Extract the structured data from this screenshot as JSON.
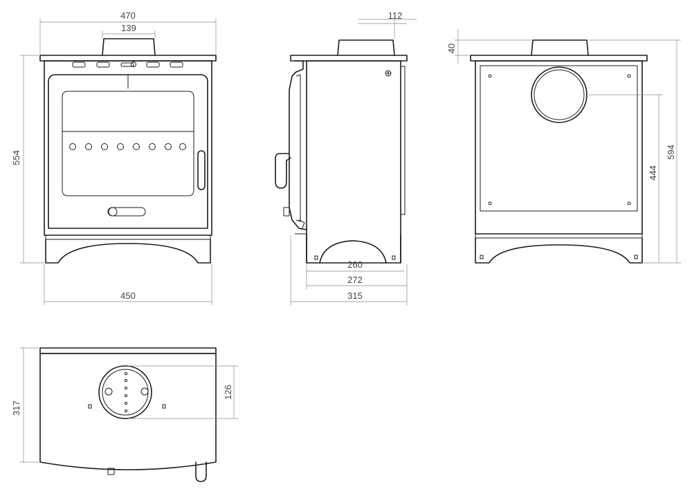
{
  "dimensions": {
    "front_overall_width": "470",
    "flue_collar_width": "139",
    "front_height": "554",
    "front_base_width": "450",
    "flue_outlet_width": "112",
    "side_depth_260": "260",
    "side_depth_272": "272",
    "side_depth_315": "315",
    "top_plate_height": "40",
    "rear_overall_height": "594",
    "rear_flue_centre_height": "444",
    "top_view_flue_diameter": "126",
    "top_view_depth": "317"
  },
  "colors": {
    "line": "#1a1a1a",
    "dimension_line": "#888888",
    "dimension_text": "#444444"
  }
}
